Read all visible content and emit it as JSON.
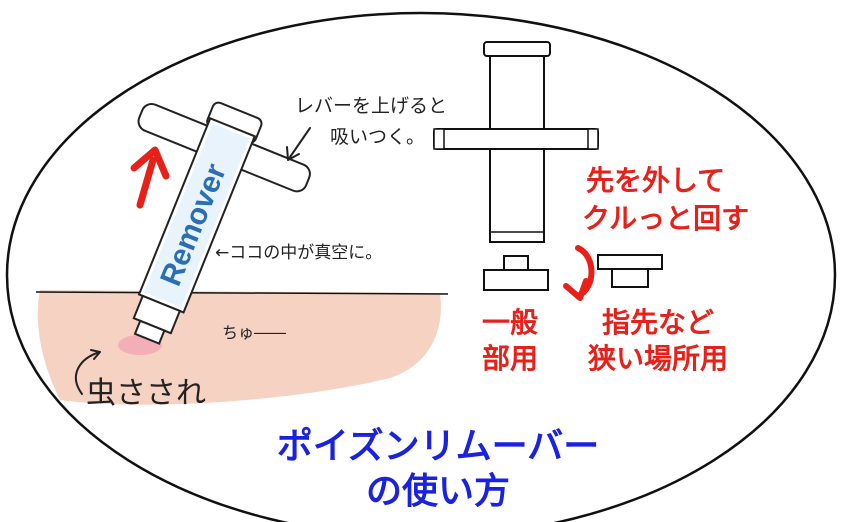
{
  "annotations": {
    "lever_line1": "レバーを上げると",
    "lever_line2": "吸いつく。",
    "vacuum_note": "←ココの中が真空に。",
    "suction_sound": "ちゅ――",
    "bite_label": "虫さされ",
    "syringe_brand": "Remover"
  },
  "instructions": {
    "tip_line1": "先を外して",
    "tip_line2": "クルっと回す",
    "general_line1": "一般",
    "general_line2": "部用",
    "narrow_line1": "指先など",
    "narrow_line2": "狭い場所用"
  },
  "title": {
    "line1": "ポイズンリムーバー",
    "line2": "の使い方"
  },
  "colors": {
    "skin": "#f6d2c2",
    "arrow_red": "#e8201a",
    "title_blue": "#1a22e0",
    "brand_blue": "#2a6fb5"
  }
}
